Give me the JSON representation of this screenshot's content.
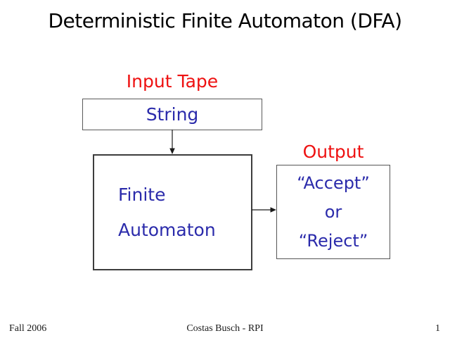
{
  "slide": {
    "title": "Deterministic Finite Automaton (DFA)",
    "input_tape": {
      "label": "Input Tape",
      "box_text": "String"
    },
    "automaton_box": {
      "lines": [
        "Finite",
        "Automaton"
      ]
    },
    "output": {
      "label": "Output",
      "box_lines": [
        "“Accept”",
        "or",
        "“Reject”"
      ]
    },
    "footer": {
      "left": "Fall 2006",
      "center": "Costas Busch - RPI",
      "page_number": "1"
    },
    "colors": {
      "label_red": "#ee1111",
      "text_blue": "#2b2bab",
      "title_black": "#000000",
      "box_border_gray": "#555555",
      "arrow_black": "#1a1a1a",
      "background": "#ffffff"
    }
  }
}
